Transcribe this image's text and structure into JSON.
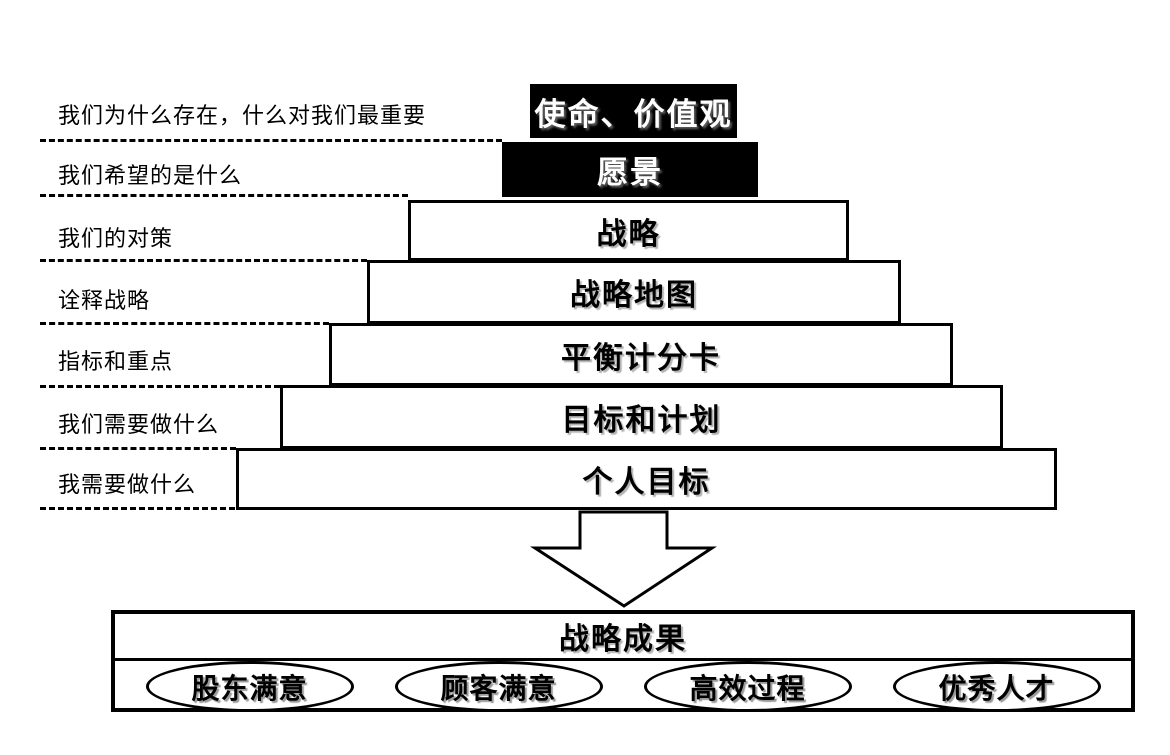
{
  "diagram": {
    "left_annotations": [
      {
        "text": "我们为什么存在，什么对我们最重要"
      },
      {
        "text": "我们希望的是什么"
      },
      {
        "text": "我们的对策"
      },
      {
        "text": "诠释战略"
      },
      {
        "text": "指标和重点"
      },
      {
        "text": "我们需要做什么"
      },
      {
        "text": "我需要做什么"
      }
    ],
    "pyramid_levels": [
      {
        "label": "使命、价值观",
        "style": "black"
      },
      {
        "label": "愿景",
        "style": "black"
      },
      {
        "label": "战略",
        "style": "white"
      },
      {
        "label": "战略地图",
        "style": "white"
      },
      {
        "label": "平衡计分卡",
        "style": "white"
      },
      {
        "label": "目标和计划",
        "style": "white"
      },
      {
        "label": "个人目标",
        "style": "white"
      }
    ],
    "arrow_icon": "down-block-arrow-icon",
    "results": {
      "title": "战略成果",
      "outcomes": [
        {
          "label": "股东满意"
        },
        {
          "label": "顾客满意"
        },
        {
          "label": "高效过程"
        },
        {
          "label": "优秀人才"
        }
      ]
    },
    "colors": {
      "background": "#ffffff",
      "box_fill_dark": "#000000",
      "box_fill_light": "#ffffff",
      "border": "#000000",
      "text_on_dark": "#ffffff",
      "text_on_light": "#000000"
    }
  }
}
